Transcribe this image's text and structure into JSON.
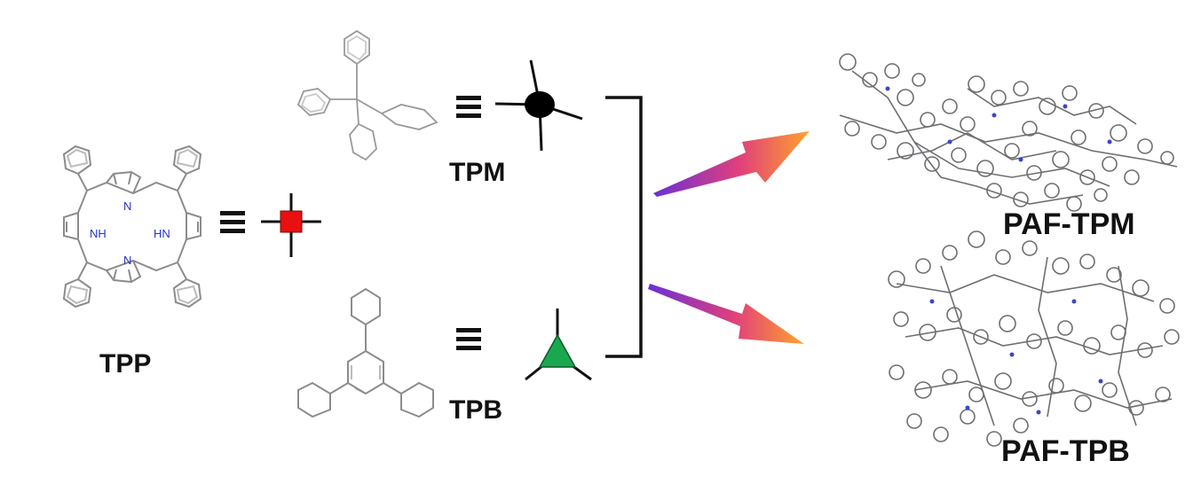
{
  "labels": {
    "tpp": "TPP",
    "tpm": "TPM",
    "tpb": "TPB",
    "paf_tpm": "PAF-TPM",
    "paf_tpb": "PAF-TPB"
  },
  "atoms": {
    "n_top": "N",
    "n_bottom": "N",
    "nh_left": "NH",
    "hn_right": "HN"
  },
  "colors": {
    "node_square": "#e81010",
    "node_tetrahedral": "#000000",
    "node_triangle": "#1aa84f",
    "arrow_start": "#7a2fd0",
    "arrow_end": "#ff9a2a",
    "nitrogen": "#2233cc",
    "bond": "#8a8a8a"
  },
  "icons": {
    "equivalence": "triple-bar-equivalence-icon",
    "square_node": "square-planar-node-icon",
    "tetrahedral_node": "tetrahedral-node-icon",
    "triangle_node": "trigonal-node-icon",
    "arrow": "gradient-arrow-icon"
  }
}
